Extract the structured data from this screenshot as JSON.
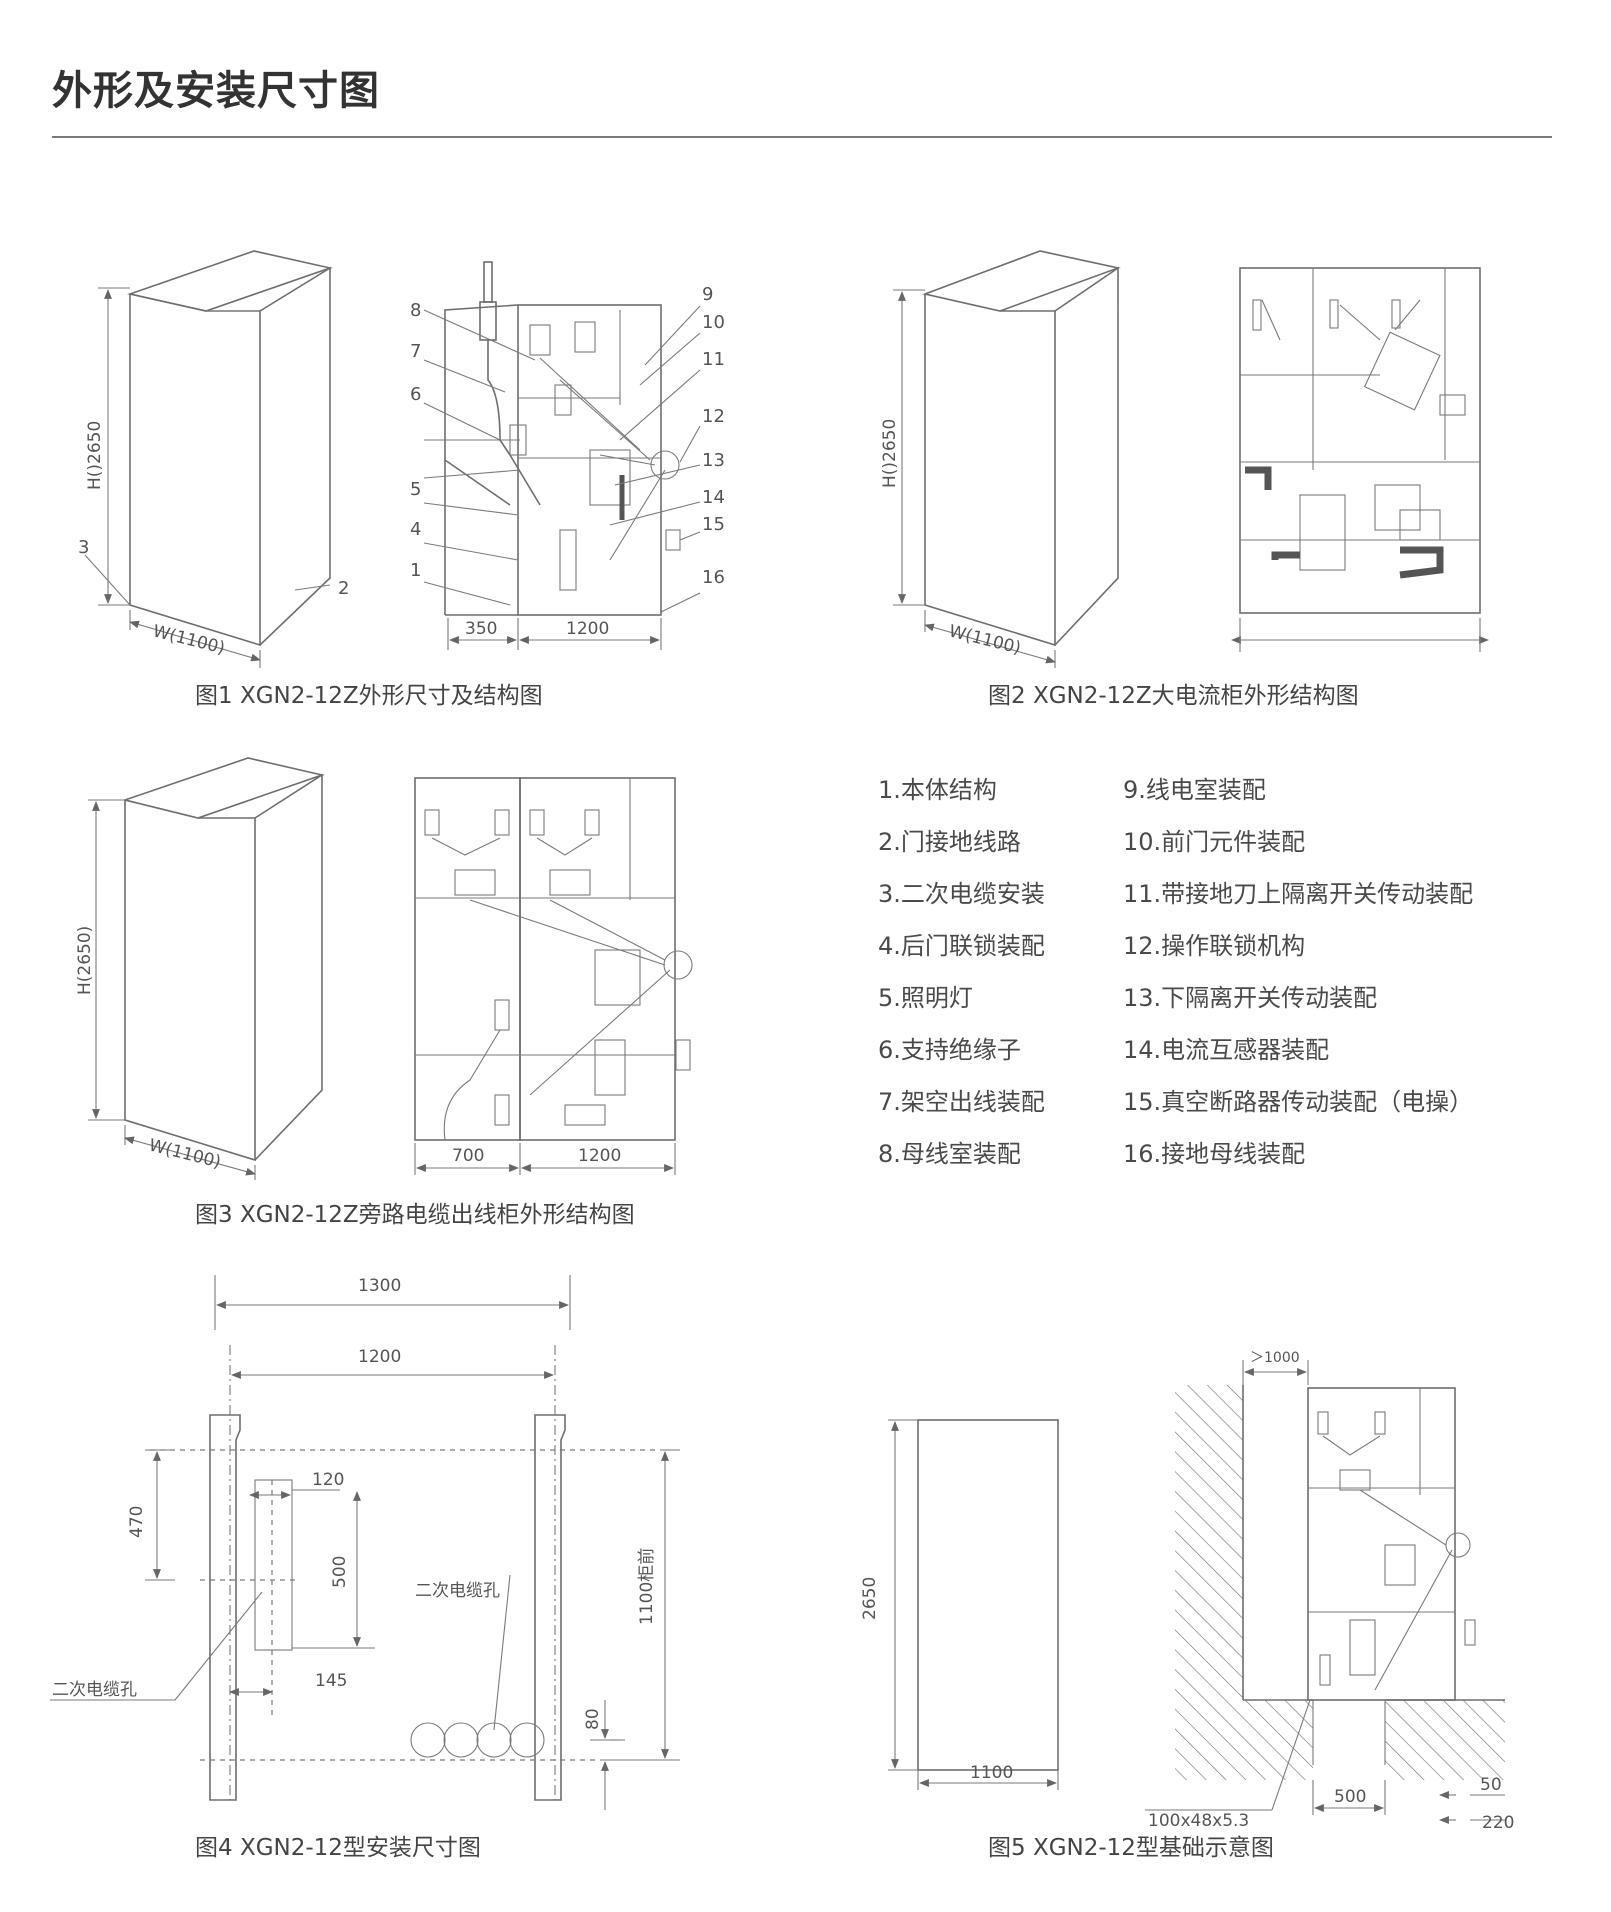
{
  "page": {
    "title": "外形及安装尺寸图"
  },
  "fig1": {
    "caption": "图1  XGN2-12Z外形尺寸及结构图",
    "height_label": "H()2650",
    "width_label": "W(1100)",
    "dim_350": "350",
    "dim_1200": "1200",
    "callouts": [
      "1",
      "2",
      "3",
      "4",
      "5",
      "6",
      "7",
      "8",
      "9",
      "10",
      "11",
      "12",
      "13",
      "14",
      "15",
      "16"
    ]
  },
  "fig2": {
    "caption": "图2  XGN2-12Z大电流柜外形结构图",
    "height_label": "H()2650",
    "width_label": "W(1100)"
  },
  "fig3": {
    "caption": "图3  XGN2-12Z旁路电缆出线柜外形结构图",
    "height_label": "H(2650)",
    "width_label": "W(1100)",
    "dim_700": "700",
    "dim_1200": "1200"
  },
  "fig4": {
    "caption": "图4 XGN2-12型安装尺寸图",
    "dim_1300": "1300",
    "dim_1200": "1200",
    "dim_120": "120",
    "dim_470": "470",
    "dim_500": "500",
    "dim_145": "145",
    "dim_80": "80",
    "dim_1100_front": "1100柜前",
    "cable_hole_left": "二次电缆孔",
    "cable_hole_right": "二次电缆孔"
  },
  "fig5": {
    "caption": "图5 XGN2-12型基础示意图",
    "dim_2650": "2650",
    "dim_1100": "1100",
    "dim_gt1000": "＞1000",
    "channel_steel": "100x48x5.3",
    "dim_500": "500",
    "dim_50": "50",
    "dim_220": "220"
  },
  "legend": {
    "left": [
      "1.本体结构",
      "2.门接地线路",
      "3.二次电缆安装",
      "4.后门联锁装配",
      "5.照明灯",
      "6.支持绝缘子",
      "7.架空出线装配",
      "8.母线室装配"
    ],
    "right": [
      "9.线电室装配",
      "10.前门元件装配",
      "11.带接地刀上隔离开关传动装配",
      "12.操作联锁机构",
      "13.下隔离开关传动装配",
      "14.电流互感器装配",
      "15.真空断路器传动装配（电操）",
      "16.接地母线装配"
    ]
  }
}
